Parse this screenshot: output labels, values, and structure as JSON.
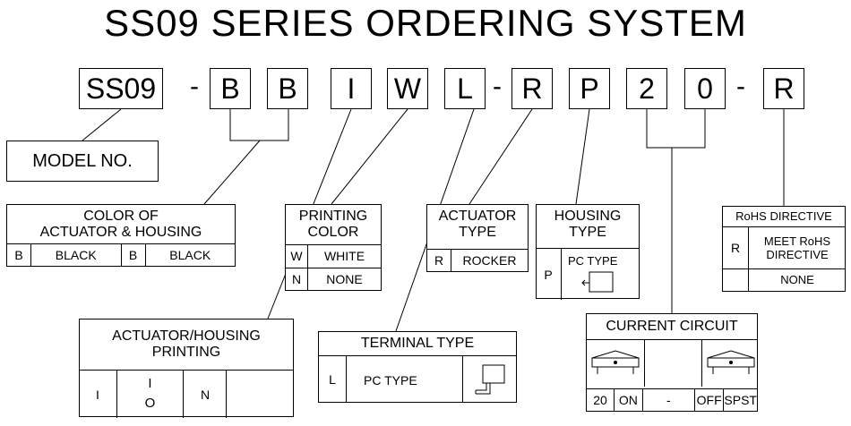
{
  "title": "SS09 SERIES ORDERING SYSTEM",
  "code": {
    "segments": [
      "SS09",
      "B",
      "B",
      "I",
      "W",
      "L",
      "R",
      "P",
      "2",
      "0",
      "R"
    ],
    "dash": "-"
  },
  "model_no": "MODEL NO.",
  "color": {
    "header_1": "COLOR OF",
    "header_2": "ACTUATOR & HOUSING",
    "rows": [
      [
        "B",
        "BLACK",
        "B",
        "BLACK"
      ]
    ]
  },
  "printing_color": {
    "header_1": "PRINTING",
    "header_2": "COLOR",
    "rows": [
      [
        "W",
        "WHITE"
      ],
      [
        "N",
        "NONE"
      ]
    ]
  },
  "actuator_type": {
    "header_1": "ACTUATOR",
    "header_2": "TYPE",
    "rows": [
      [
        "R",
        "ROCKER"
      ]
    ]
  },
  "housing_type": {
    "header_1": "HOUSING",
    "header_2": "TYPE",
    "code": "P",
    "label": "PC TYPE"
  },
  "rohs": {
    "header": "RoHS DIRECTIVE",
    "code": "R",
    "label_1": "MEET RoHS",
    "label_2": "DIRECTIVE",
    "none": "NONE"
  },
  "actuator_printing": {
    "header_1": "ACTUATOR/HOUSING",
    "header_2": "PRINTING",
    "code_i": "I",
    "symbol_top": "I",
    "symbol_bottom": "O",
    "code_n": "N"
  },
  "terminal": {
    "header": "TERMINAL TYPE",
    "code": "L",
    "label": "PC TYPE"
  },
  "circuit": {
    "header": "CURRENT CIRCUIT",
    "row": [
      "20",
      "ON",
      "-",
      "OFF",
      "SPST"
    ]
  }
}
